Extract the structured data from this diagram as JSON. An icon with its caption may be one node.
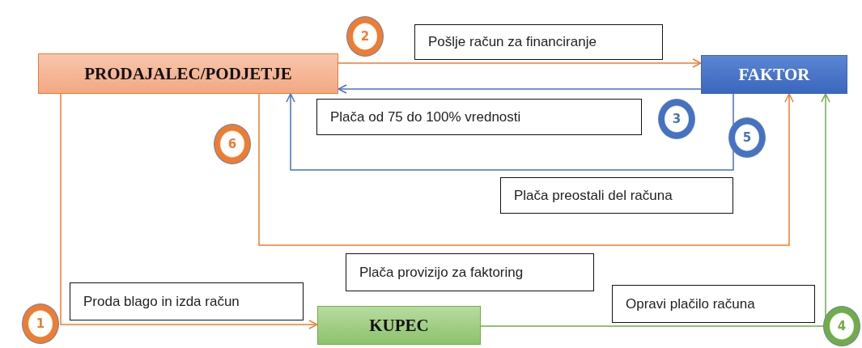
{
  "diagram": {
    "nodes": [
      {
        "text": [
          "PRODAJALEC/PODJETJE"
        ]
      },
      {
        "text": [
          "FAKTOR"
        ]
      },
      {
        "text": [
          "KUPEC"
        ]
      }
    ],
    "edges": [
      {
        "from": 0,
        "to": 2,
        "arrow": "to",
        "label": "Proda blago in izda račun"
      },
      {
        "from": 0,
        "to": 1,
        "arrow": "to",
        "label": "Pošlje račun za financiranje"
      },
      {
        "from": 1,
        "to": 0,
        "arrow": "to",
        "label": "Plača od 75 do 100% vrednosti",
        "color": "#4472c4"
      },
      {
        "from": 2,
        "to": 1,
        "arrow": "to",
        "label": "Opravi plačilo računa",
        "color": "#70ad47"
      },
      {
        "from": 1,
        "to": 0,
        "arrow": "to",
        "label": "Plača preostali del računa",
        "color": "#4472c4"
      },
      {
        "from": 0,
        "to": 1,
        "arrow": "to",
        "label": "Plača provizijo za faktoring"
      }
    ],
    "labels": [
      "2",
      "3",
      "5",
      "6",
      "1",
      "4"
    ]
  }
}
